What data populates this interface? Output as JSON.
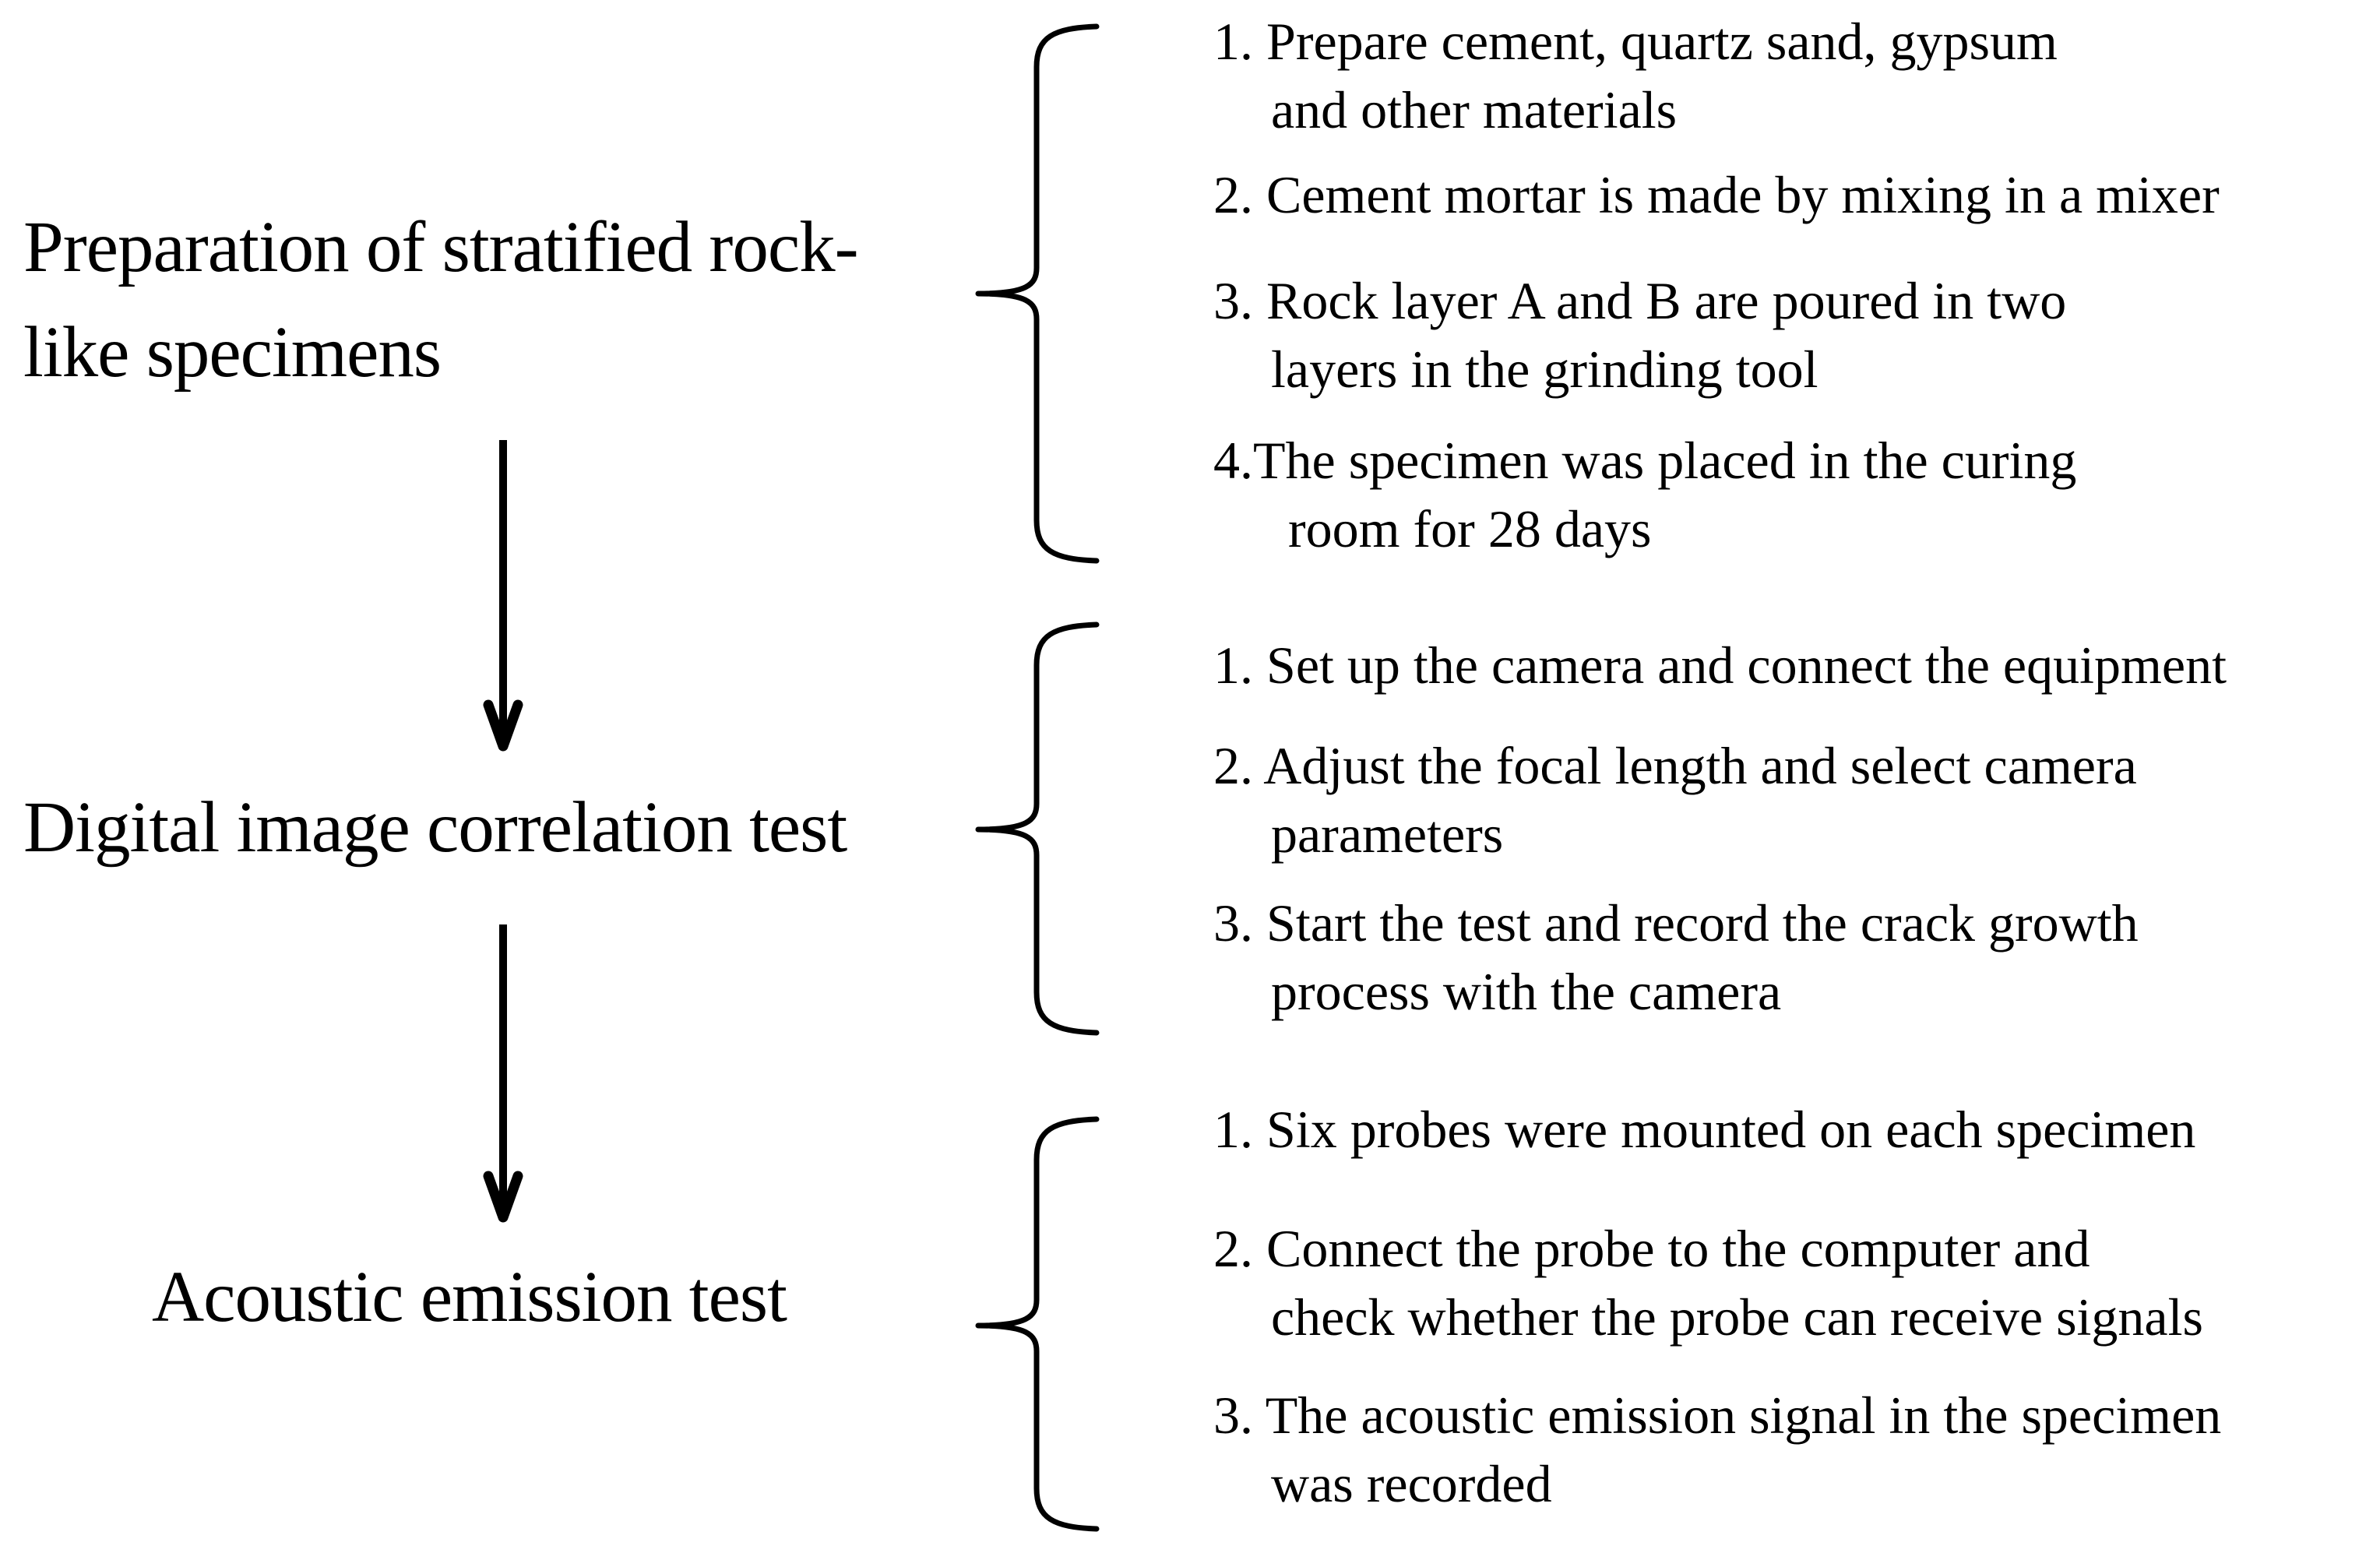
{
  "figure": {
    "background_color": "#ffffff",
    "ink_color": "#000000",
    "stages": [
      {
        "label_lines": [
          "Preparation of stratified rock-",
          "like specimens"
        ],
        "steps": [
          {
            "lines": [
              "1. Prepare cement, quartz sand, gypsum",
              "and other materials"
            ]
          },
          {
            "lines": [
              "2. Cement mortar is made by mixing in a mixer"
            ]
          },
          {
            "lines": [
              "3. Rock layer A and B are poured in two",
              "layers in the grinding tool"
            ]
          },
          {
            "lines": [
              "4.The specimen was placed in the curing",
              "room for 28 days"
            ]
          }
        ]
      },
      {
        "label_lines": [
          "Digital image correlation test"
        ],
        "steps": [
          {
            "lines": [
              "1. Set up the camera and connect the equipment"
            ]
          },
          {
            "lines": [
              "2. Adjust the focal length and select camera",
              "parameters"
            ]
          },
          {
            "lines": [
              "3. Start the test and record the crack growth",
              "process with the camera"
            ]
          }
        ]
      },
      {
        "label_lines": [
          "Acoustic emission test"
        ],
        "steps": [
          {
            "lines": [
              "1. Six probes were mounted on each specimen"
            ]
          },
          {
            "lines": [
              "2. Connect the probe to the computer and",
              "check whether the probe can receive signals"
            ]
          },
          {
            "lines": [
              "3. The acoustic emission signal in the specimen",
              "was recorded"
            ]
          }
        ]
      }
    ]
  }
}
